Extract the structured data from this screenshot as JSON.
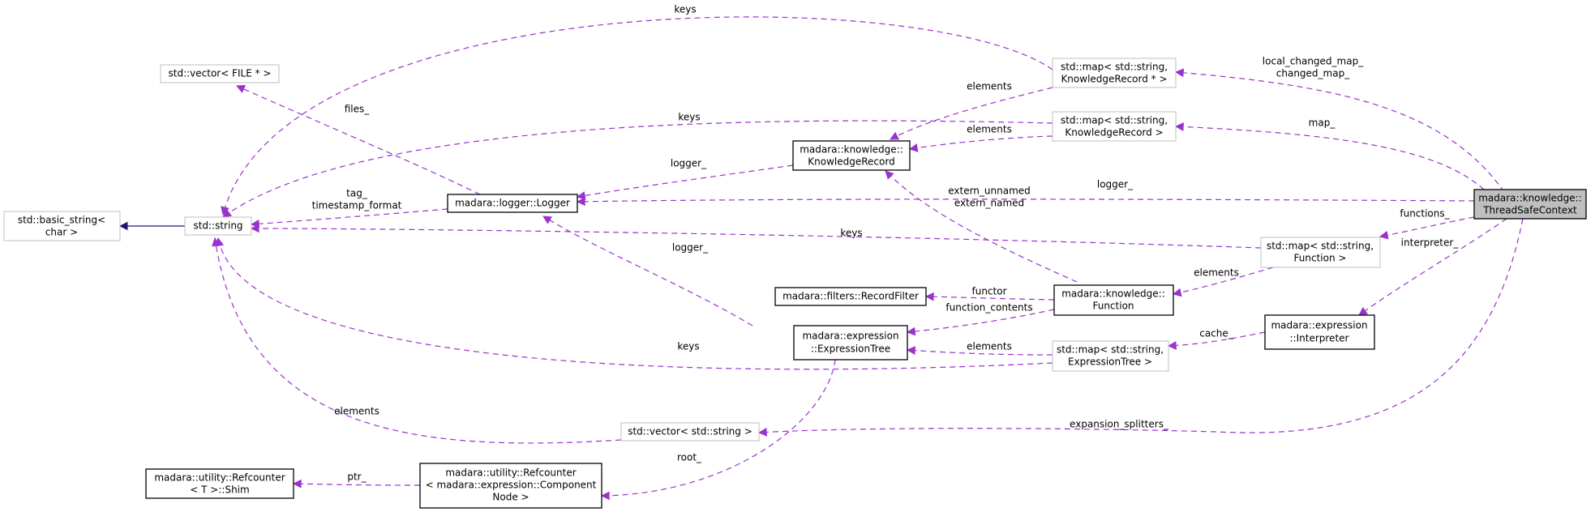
{
  "colors": {
    "usage_edge": "#9a32cd",
    "inheritance_edge": "#191970",
    "focus_fill": "#bfbfbf"
  },
  "nodes": {
    "thread_safe_context": [
      "madara::knowledge::",
      "ThreadSafeContext"
    ],
    "map_record_ptr": [
      "std::map< std::string,",
      "KnowledgeRecord * >"
    ],
    "map_record": [
      "std::map< std::string,",
      "KnowledgeRecord >"
    ],
    "knowledge_record": [
      "madara::knowledge::",
      "KnowledgeRecord"
    ],
    "vector_file": [
      "std::vector< FILE * >"
    ],
    "logger": [
      "madara::logger::Logger"
    ],
    "std_string": [
      "std::string"
    ],
    "basic_string": [
      "std::basic_string<",
      "char >"
    ],
    "map_function": [
      "std::map< std::string,",
      "Function >"
    ],
    "function": [
      "madara::knowledge::",
      "Function"
    ],
    "record_filter": [
      "madara::filters::RecordFilter"
    ],
    "expression_tree": [
      "madara::expression",
      "::ExpressionTree"
    ],
    "map_expression_tree": [
      "std::map< std::string,",
      "ExpressionTree >"
    ],
    "interpreter": [
      "madara::expression",
      "::Interpreter"
    ],
    "vector_string": [
      "std::vector< std::string >"
    ],
    "refcounter_shim": [
      "madara::utility::Refcounter",
      "< T >::Shim"
    ],
    "refcounter_component": [
      "madara::utility::Refcounter",
      "< madara::expression::Component",
      "Node >"
    ]
  },
  "edge_labels": {
    "keys_top": "keys",
    "local_changed_map": [
      "local_changed_map_",
      "changed_map_"
    ],
    "elements_ptr": "elements",
    "files": "files_",
    "keys_map_record": "keys",
    "elements_record": "elements",
    "map": "map_",
    "logger_record": "logger_",
    "tag_timestamp": [
      "tag_",
      "timestamp_format"
    ],
    "extern": [
      "extern_unnamed",
      "extern_named"
    ],
    "logger_context": "logger_",
    "functions": "functions_",
    "interpreter": "interpreter_",
    "keys_map_function": "keys",
    "logger_tree": "logger_",
    "elements_function": "elements",
    "functor": "functor",
    "function_contents": "function_contents",
    "cache": "cache_",
    "keys_map_tree": "keys",
    "elements_tree": "elements",
    "elements_vector": "elements",
    "expansion_splitters": "expansion_splitters_",
    "root": "root_",
    "ptr": "ptr_"
  }
}
